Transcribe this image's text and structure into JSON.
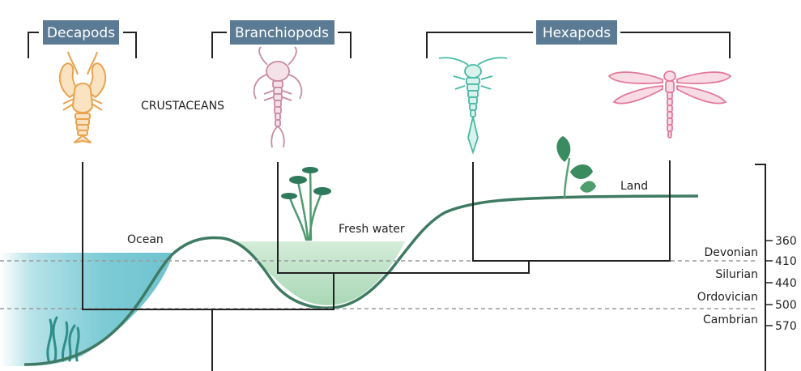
{
  "groups": {
    "decapods": "Decapods",
    "branchiopods": "Branchiopods",
    "hexapods": "Hexapods"
  },
  "crustaceans_label": "CRUSTACEANS",
  "environments": {
    "ocean": "Ocean",
    "fresh_water": "Fresh water",
    "land": "Land"
  },
  "periods": [
    "Devonian",
    "Silurian",
    "Ordovician",
    "Cambrian"
  ],
  "time_ticks": [
    "360",
    "410",
    "440",
    "500",
    "570"
  ],
  "colors": {
    "label_box": "#5b7a94",
    "ocean": "#7ccbd6",
    "fresh_water": "#c6e6cf",
    "terrain": "#3f7a63",
    "decapod": "#e9a24e",
    "branchiopod": "#c98aa3",
    "springtail": "#49b9a6",
    "dragonfly": "#e27a9a"
  }
}
